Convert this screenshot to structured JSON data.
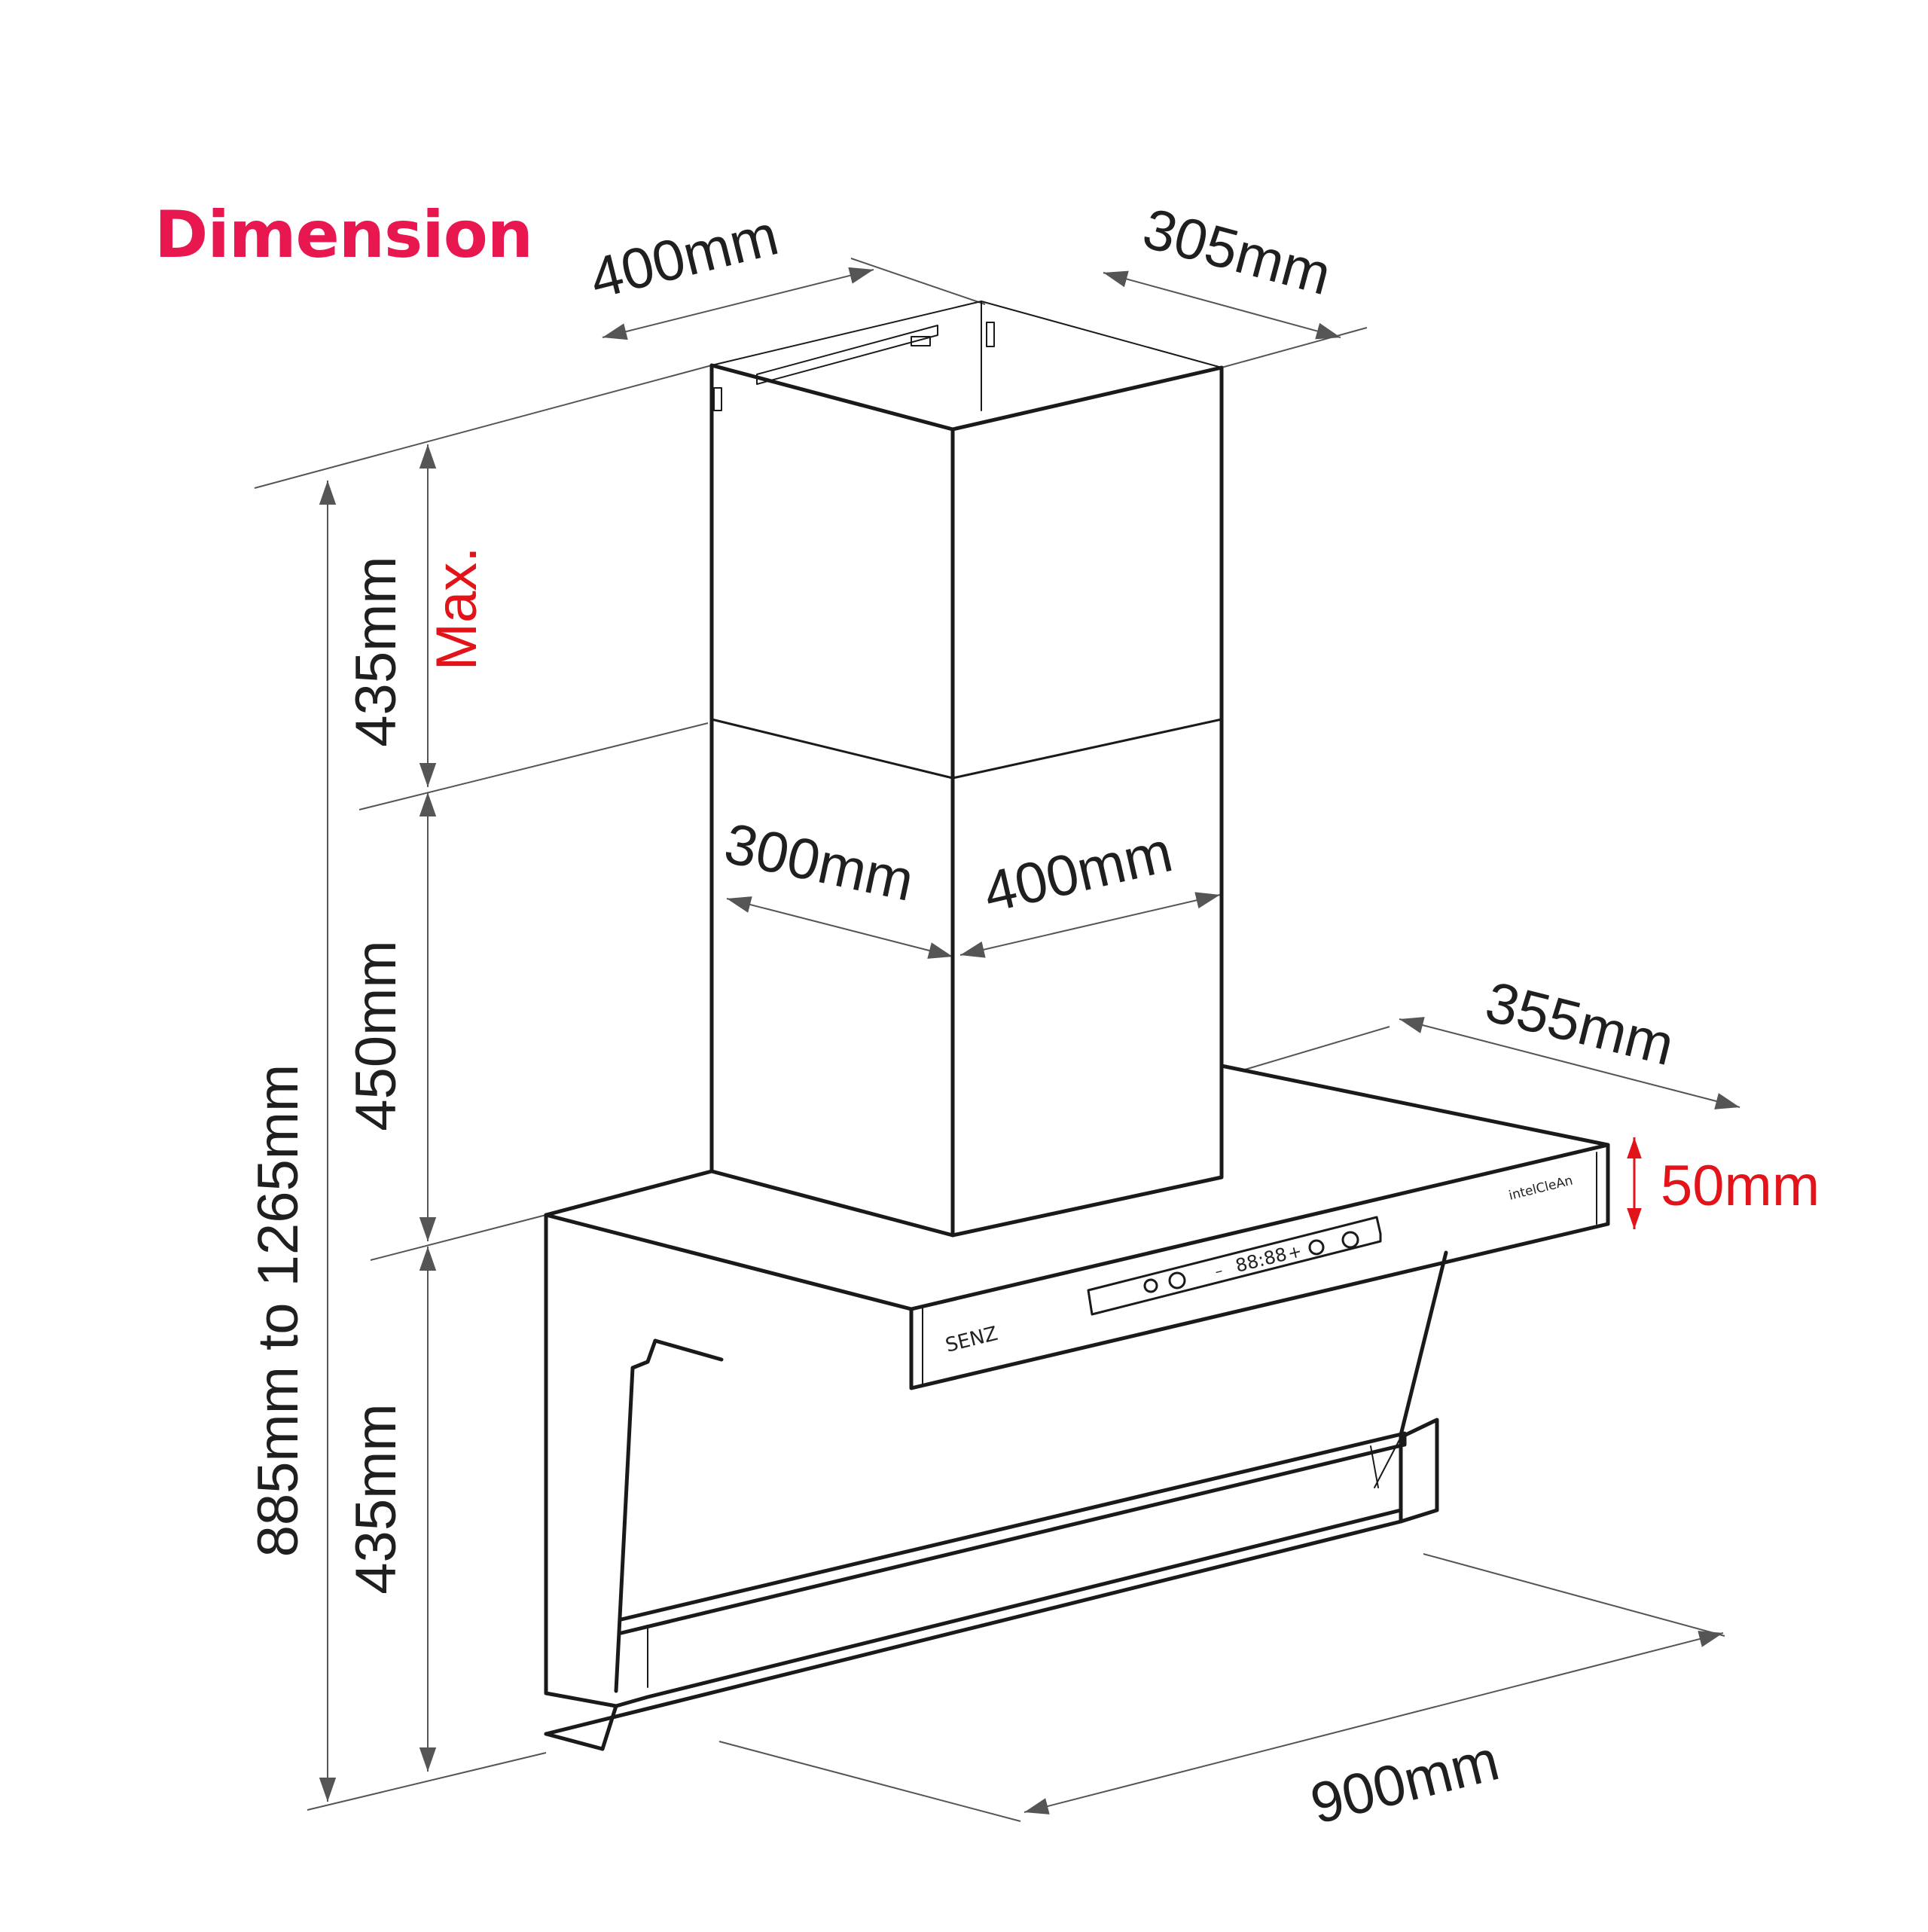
{
  "title": "Dimension",
  "dimensions": {
    "chimney_top_width": "400mm",
    "chimney_top_depth": "305mm",
    "chimney_upper_height": "435mm",
    "chimney_upper_note": "Max.",
    "chimney_lower_height": "450mm",
    "total_height": "885mm to 1265mm",
    "chimney_depth": "300mm",
    "chimney_width": "400mm",
    "canopy_depth": "355mm",
    "canopy_thickness": "50mm",
    "body_height": "435mm",
    "body_width": "900mm"
  },
  "product": {
    "brand_logo": "SENZ",
    "feature_logo": "intelCleAn",
    "display_readout": "88:88",
    "minus_symbol": "–",
    "plus_symbol": "+"
  },
  "colors": {
    "title": "#e8174f",
    "accent_red": "#e3131a",
    "outline": "#1a1a1a",
    "dimension_lines": "#555555"
  },
  "icons": [
    "fan-icon",
    "light-icon",
    "power-icon"
  ]
}
